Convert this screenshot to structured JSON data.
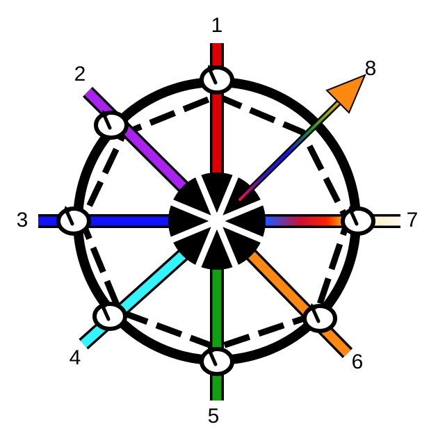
{
  "labels": [
    "1",
    "2",
    "3",
    "4",
    "5",
    "6",
    "7",
    "8"
  ],
  "colors": {
    "spoke1": "#dd0000",
    "spoke2": "#aa22ee",
    "spoke3": "#1111ff",
    "spoke4": "#33f5ff",
    "spoke5": "#11a011",
    "spoke6": "#ff8811",
    "arrow8_head": "#ff8811"
  },
  "icons": [
    "loop-arrow-icon"
  ]
}
